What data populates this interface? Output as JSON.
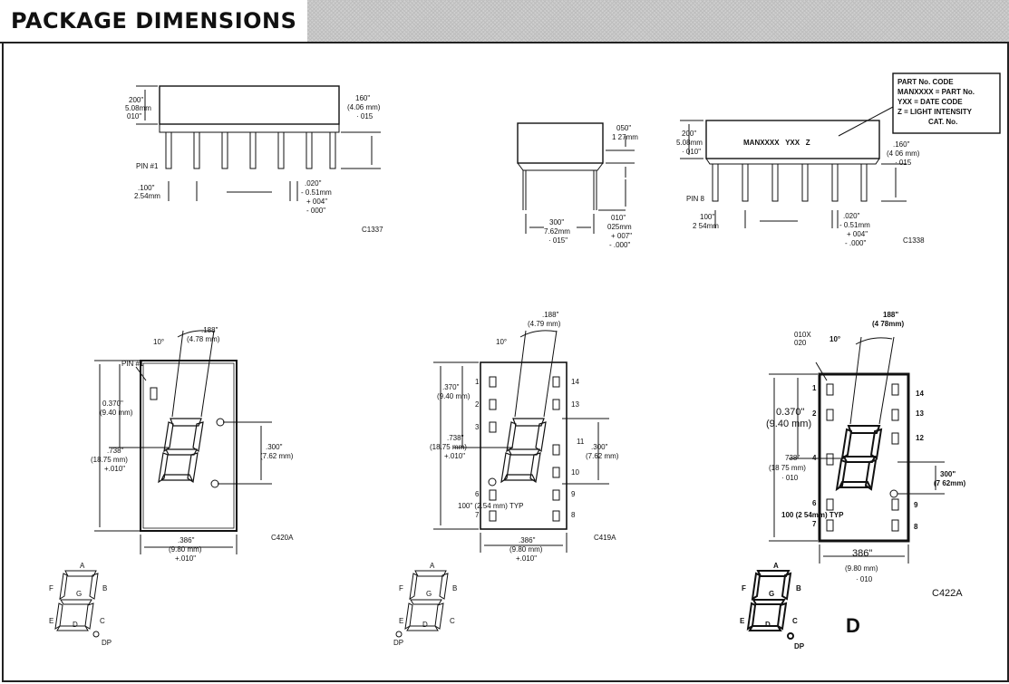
{
  "banner": {
    "title": "PACKAGE DIMENSIONS"
  },
  "pkg_c1337": {
    "code": "C1337",
    "height": [
      "200\"",
      "5.08mm",
      "010\""
    ],
    "lead_len": [
      "160\"",
      "(4.06 mm)",
      "· 015"
    ],
    "pin": "PIN #1",
    "pitch": [
      ".100\"",
      "2.54mm"
    ],
    "lead_w": [
      ".020\"",
      "- 0.51mm",
      "+ 004\"",
      "- 000\""
    ]
  },
  "pkg_c1338": {
    "code": "C1338",
    "side_top": [
      "050\"",
      "1 27mm"
    ],
    "side_w": [
      "300\"",
      "7.62mm",
      "· 015\""
    ],
    "side_lead": [
      "010\"",
      "025mm",
      "+ 007\"",
      "- .000\""
    ],
    "height": [
      "200\"",
      "5.08mm",
      "· 010\""
    ],
    "lead_len": [
      ".160\"",
      "(4 06 mm)",
      "· 015"
    ],
    "pin": "PIN 8",
    "pitch": [
      "100\"",
      "2 54mm"
    ],
    "lead_w": [
      ".020\"",
      "- 0.51mm",
      "+ 004\"",
      "- .000\""
    ],
    "marking": "MANXXXX   YXX   Z",
    "legend": [
      "PART No. CODE",
      "MANXXXX = PART No.",
      "YXX = DATE CODE",
      "Z = LIGHT INTENSITY",
      "CAT. No."
    ]
  },
  "pkg_c420a": {
    "code": "C420A",
    "seg_w": [
      ".188\"",
      "(4.78 mm)"
    ],
    "angle": "10°",
    "pin": "PIN #1",
    "seg_h": [
      "0.370\"",
      "(9.40 mm)"
    ],
    "len": [
      ".738\"",
      "(18.75 mm)",
      "+.010\""
    ],
    "dp": [
      ".300\"",
      "(7.62 mm)"
    ],
    "width": [
      ".386\"",
      "(9.80 mm)",
      "+.010\""
    ]
  },
  "pkg_c419a": {
    "code": "C419A",
    "seg_w": [
      ".188\"",
      "(4.79 mm)"
    ],
    "angle": "10°",
    "seg_h": [
      ".370\"",
      "(9.40 mm)"
    ],
    "len": [
      ".738\"",
      "(18.75 mm)",
      "+.010\""
    ],
    "dp": [
      ".300\"",
      "(7.62 mm)"
    ],
    "pitch": "100\" (2.54 mm) TYP",
    "width": [
      ".386\"",
      "(9.80 mm)",
      "+.010\""
    ],
    "pins_left": [
      "1",
      "2",
      "3",
      "6",
      "7"
    ],
    "pins_right": [
      "14",
      "13",
      "11",
      "10",
      "9",
      "8"
    ]
  },
  "pkg_c422a": {
    "code": "C422A",
    "seg_w": [
      "188\"",
      "(4 78mm)"
    ],
    "angle": "10°",
    "pin_dim": [
      "010X",
      "020"
    ],
    "seg_h": [
      "0.370\"",
      "(9.40 mm)"
    ],
    "len": [
      "738\"",
      "(18 75 mm)",
      "· 010"
    ],
    "dp": [
      "300\"",
      "(7 62mm)"
    ],
    "pitch": "100 (2 54mm) TYP",
    "width": [
      "386\"",
      "(9.80 mm)",
      "· 010"
    ],
    "pins_left": [
      "1",
      "2",
      "4",
      "6",
      "7"
    ],
    "pins_right": [
      "14",
      "13",
      "12",
      "9",
      "8"
    ],
    "variant": "D"
  },
  "segments": {
    "a": "A",
    "b": "B",
    "c": "C",
    "d": "D",
    "e": "E",
    "f": "F",
    "g": "G",
    "dp": "DP"
  }
}
